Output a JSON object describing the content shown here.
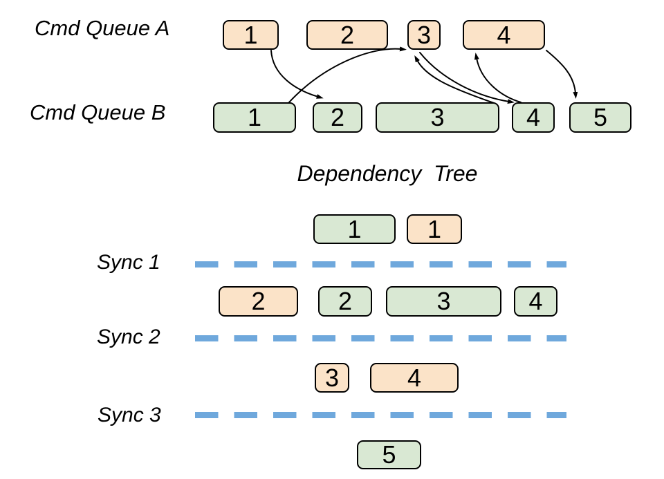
{
  "colors": {
    "queue_a_fill": "#fbe3c8",
    "queue_b_fill": "#d9e8d3",
    "sync_line_blue": "#6fa8dc",
    "box_border": "#000000",
    "arrow": "#000000",
    "background": "#ffffff"
  },
  "queue_a": {
    "label": "Cmd Queue A",
    "boxes": [
      "1",
      "2",
      "3",
      "4"
    ]
  },
  "queue_b": {
    "label": "Cmd Queue B",
    "boxes": [
      "1",
      "2",
      "3",
      "4",
      "5"
    ]
  },
  "arrows": [
    {
      "from": "A1",
      "to": "B2"
    },
    {
      "from": "B1",
      "to": "A3"
    },
    {
      "from": "B3",
      "to": "A3"
    },
    {
      "from": "A3",
      "to": "B4"
    },
    {
      "from": "B4",
      "to": "A4"
    },
    {
      "from": "A4",
      "to": "B5"
    }
  ],
  "dependency_tree": {
    "title": "Dependency  Tree",
    "sync_labels": [
      "Sync 1",
      "Sync 2",
      "Sync 3"
    ],
    "rows": [
      {
        "boxes": [
          {
            "label": "1",
            "queue": "B"
          },
          {
            "label": "1",
            "queue": "A"
          }
        ]
      },
      {
        "boxes": [
          {
            "label": "2",
            "queue": "A"
          },
          {
            "label": "2",
            "queue": "B"
          },
          {
            "label": "3",
            "queue": "B"
          },
          {
            "label": "4",
            "queue": "B"
          }
        ]
      },
      {
        "boxes": [
          {
            "label": "3",
            "queue": "A"
          },
          {
            "label": "4",
            "queue": "A"
          }
        ]
      },
      {
        "boxes": [
          {
            "label": "5",
            "queue": "B"
          }
        ]
      }
    ]
  }
}
